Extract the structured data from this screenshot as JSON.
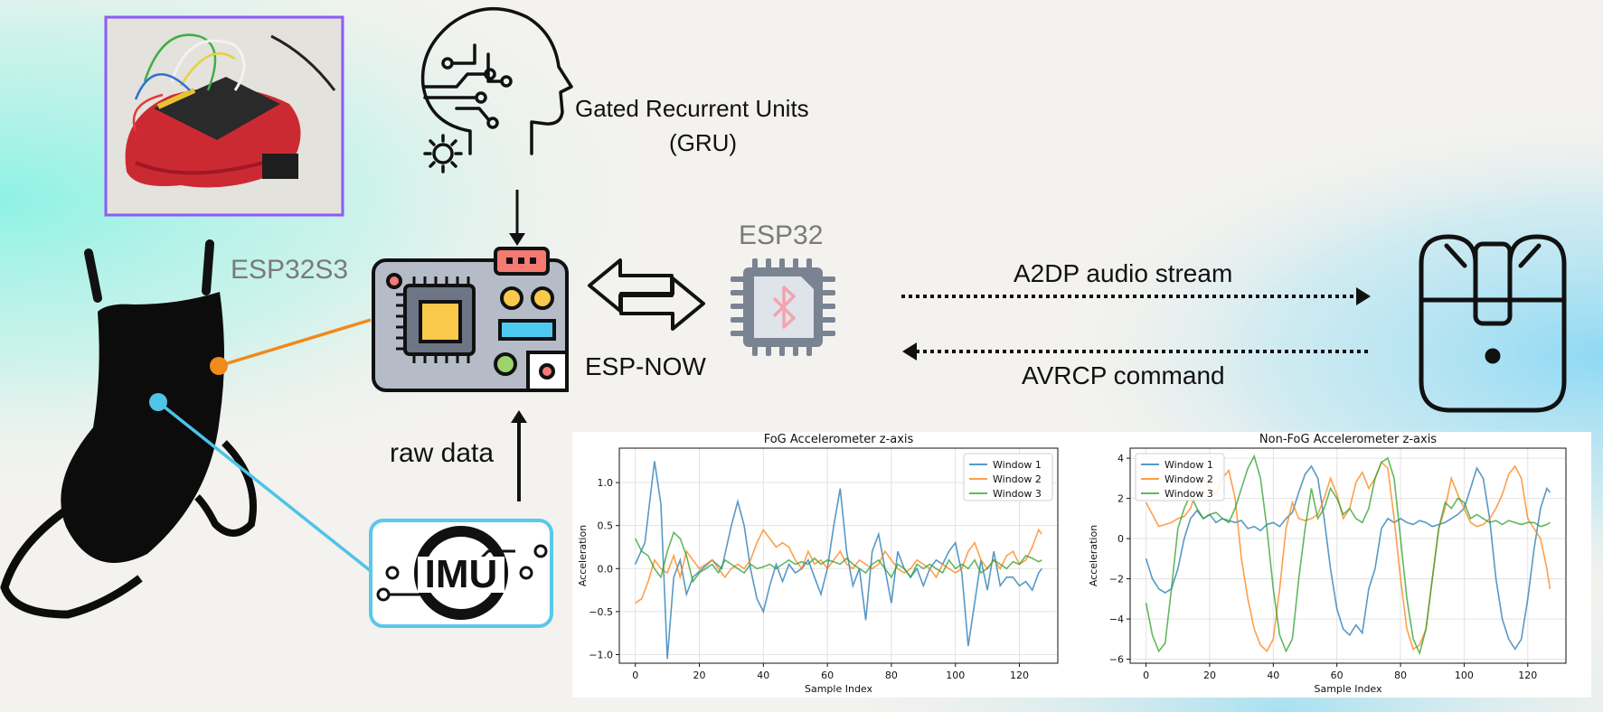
{
  "labels": {
    "gru_line1": "Gated Recurrent Units",
    "gru_line2": "(GRU)",
    "esp32s3": "ESP32S3",
    "esp32": "ESP32",
    "espnow": "ESP-NOW",
    "a2dp": "A2DP audio stream",
    "avrcp": "AVRCP command",
    "raw_data": "raw data",
    "imu": "IMU"
  },
  "colors": {
    "photo_border": "#8b5cf6",
    "ankle_dot_orange": "#f08a1c",
    "ankle_dot_blue": "#4fc3e8",
    "imu_border": "#59c8ea",
    "chip_red": "#f47a72",
    "chip_yellow": "#f8c94a",
    "chip_cyan": "#4ec9f0",
    "chip_green": "#9bd36c",
    "bluetooth_pink": "#f4a3b0",
    "series1": "#1f77b4",
    "series2": "#ff7f0e",
    "series3": "#2ca02c"
  },
  "icons": [
    "photo-placeholder",
    "brain-gear-icon",
    "microcontroller-board-icon",
    "bidirectional-arrow-icon",
    "bluetooth-chip-icon",
    "earbuds-case-icon",
    "ankle-brace-icon",
    "imu-sensor-icon"
  ],
  "chart_data": [
    {
      "type": "line",
      "title": "FoG Accelerometer z-axis",
      "xlabel": "Sample Index",
      "ylabel": "Acceleration",
      "xlim": [
        -5,
        132
      ],
      "ylim": [
        -1.1,
        1.4
      ],
      "xticks": [
        0,
        20,
        40,
        60,
        80,
        100,
        120
      ],
      "yticks": [
        -1.0,
        -0.5,
        0.0,
        0.5,
        1.0
      ],
      "ytick_labels": [
        "−1.0",
        "−0.5",
        "0.0",
        "0.5",
        "1.0"
      ],
      "grid": true,
      "legend": "top-right",
      "series": [
        {
          "name": "Window 1",
          "x": [
            0,
            3,
            6,
            8,
            10,
            12,
            14,
            16,
            18,
            21,
            24,
            27,
            30,
            32,
            34,
            36,
            38,
            40,
            42,
            44,
            46,
            48,
            50,
            52,
            54,
            56,
            58,
            60,
            62,
            64,
            66,
            68,
            70,
            72,
            74,
            76,
            78,
            80,
            82,
            84,
            86,
            88,
            90,
            92,
            94,
            96,
            98,
            100,
            102,
            104,
            106,
            108,
            110,
            112,
            114,
            116,
            118,
            120,
            122,
            124,
            126,
            127
          ],
          "y": [
            0.05,
            0.3,
            1.25,
            0.75,
            -1.05,
            -0.1,
            0.1,
            -0.3,
            -0.1,
            0.0,
            0.1,
            0.0,
            0.5,
            0.78,
            0.5,
            0.0,
            -0.35,
            -0.5,
            -0.2,
            0.05,
            -0.15,
            0.05,
            -0.05,
            0.0,
            0.1,
            -0.1,
            -0.3,
            0.0,
            0.5,
            0.93,
            0.2,
            -0.2,
            0.0,
            -0.6,
            0.2,
            0.4,
            0.0,
            -0.4,
            0.2,
            0.0,
            -0.1,
            0.0,
            -0.2,
            0.0,
            0.1,
            0.05,
            0.2,
            0.3,
            -0.05,
            -0.9,
            -0.4,
            0.1,
            -0.25,
            0.2,
            -0.2,
            -0.1,
            -0.1,
            -0.2,
            -0.15,
            -0.25,
            -0.05,
            0.0
          ]
        },
        {
          "name": "Window 2",
          "x": [
            0,
            2,
            4,
            6,
            8,
            10,
            12,
            14,
            16,
            18,
            20,
            22,
            24,
            26,
            28,
            30,
            32,
            34,
            36,
            38,
            40,
            42,
            44,
            46,
            48,
            50,
            52,
            54,
            56,
            58,
            60,
            62,
            64,
            66,
            68,
            70,
            72,
            74,
            76,
            78,
            80,
            82,
            84,
            86,
            88,
            90,
            92,
            94,
            96,
            98,
            100,
            102,
            104,
            106,
            108,
            110,
            112,
            114,
            116,
            118,
            120,
            122,
            124,
            126,
            127
          ],
          "y": [
            -0.4,
            -0.35,
            -0.15,
            0.1,
            0.0,
            -0.05,
            0.15,
            -0.1,
            0.2,
            0.1,
            0.0,
            0.05,
            0.1,
            0.0,
            -0.1,
            0.0,
            0.05,
            0.0,
            0.1,
            0.3,
            0.45,
            0.35,
            0.25,
            0.3,
            0.25,
            0.1,
            0.0,
            0.2,
            0.05,
            0.1,
            0.0,
            0.1,
            0.2,
            0.05,
            0.0,
            0.1,
            0.05,
            0.0,
            0.05,
            0.2,
            0.1,
            0.0,
            -0.05,
            0.0,
            0.1,
            0.05,
            0.0,
            -0.1,
            0.05,
            0.0,
            -0.05,
            0.0,
            0.2,
            0.3,
            0.1,
            0.0,
            0.1,
            0.0,
            0.15,
            0.2,
            0.05,
            0.1,
            0.25,
            0.45,
            0.4
          ]
        },
        {
          "name": "Window 3",
          "x": [
            0,
            2,
            4,
            6,
            8,
            10,
            12,
            14,
            16,
            18,
            20,
            22,
            24,
            26,
            28,
            30,
            32,
            34,
            36,
            38,
            40,
            42,
            44,
            46,
            48,
            50,
            52,
            54,
            56,
            58,
            60,
            62,
            64,
            66,
            68,
            70,
            72,
            74,
            76,
            78,
            80,
            82,
            84,
            86,
            88,
            90,
            92,
            94,
            96,
            98,
            100,
            102,
            104,
            106,
            108,
            110,
            112,
            114,
            116,
            118,
            120,
            122,
            124,
            126,
            127
          ],
          "y": [
            0.35,
            0.2,
            0.15,
            0.0,
            -0.1,
            0.2,
            0.42,
            0.35,
            0.15,
            -0.15,
            -0.05,
            0.0,
            0.05,
            -0.05,
            0.1,
            0.05,
            0.0,
            -0.05,
            0.05,
            0.0,
            0.02,
            0.05,
            0.0,
            0.05,
            0.1,
            0.05,
            0.08,
            0.05,
            0.12,
            0.05,
            0.1,
            0.08,
            0.05,
            0.12,
            0.05,
            0.0,
            -0.05,
            0.05,
            0.1,
            0.0,
            -0.1,
            0.05,
            0.0,
            -0.1,
            0.05,
            0.0,
            0.05,
            0.0,
            -0.05,
            0.1,
            0.0,
            0.05,
            0.0,
            0.1,
            -0.05,
            0.0,
            0.1,
            0.05,
            0.0,
            0.08,
            0.05,
            0.15,
            0.12,
            0.08,
            0.1
          ]
        }
      ]
    },
    {
      "type": "line",
      "title": "Non-FoG Accelerometer z-axis",
      "xlabel": "Sample Index",
      "ylabel": "Acceleration",
      "xlim": [
        -5,
        132
      ],
      "ylim": [
        -6.2,
        4.5
      ],
      "xticks": [
        0,
        20,
        40,
        60,
        80,
        100,
        120
      ],
      "yticks": [
        -6,
        -4,
        -2,
        0,
        2,
        4
      ],
      "ytick_labels": [
        "−6",
        "−4",
        "−2",
        "0",
        "2",
        "4"
      ],
      "grid": true,
      "legend": "top-left",
      "series": [
        {
          "name": "Window 1",
          "x": [
            0,
            2,
            4,
            6,
            8,
            10,
            12,
            14,
            16,
            18,
            20,
            22,
            24,
            26,
            28,
            30,
            32,
            34,
            36,
            38,
            40,
            42,
            44,
            46,
            48,
            50,
            52,
            54,
            56,
            58,
            60,
            62,
            64,
            66,
            68,
            70,
            72,
            74,
            76,
            78,
            80,
            82,
            84,
            86,
            88,
            90,
            92,
            94,
            96,
            98,
            100,
            102,
            104,
            106,
            108,
            110,
            112,
            114,
            116,
            118,
            120,
            122,
            124,
            126,
            127
          ],
          "y": [
            -1.0,
            -2.0,
            -2.5,
            -2.7,
            -2.5,
            -1.5,
            0.0,
            1.0,
            1.4,
            1.0,
            1.2,
            0.8,
            1.0,
            0.9,
            0.8,
            0.9,
            0.5,
            0.6,
            0.4,
            0.7,
            0.8,
            0.6,
            1.0,
            1.3,
            2.3,
            3.2,
            3.6,
            3.0,
            1.0,
            -1.5,
            -3.5,
            -4.5,
            -4.8,
            -4.3,
            -4.7,
            -2.5,
            -1.5,
            0.5,
            1.0,
            0.8,
            1.0,
            0.8,
            0.7,
            0.9,
            0.8,
            0.6,
            0.7,
            0.8,
            1.0,
            1.2,
            1.5,
            2.5,
            3.5,
            3.0,
            1.0,
            -2.0,
            -4.0,
            -5.0,
            -5.5,
            -5.0,
            -3.0,
            -0.5,
            1.5,
            2.5,
            2.3
          ]
        },
        {
          "name": "Window 2",
          "x": [
            0,
            2,
            4,
            6,
            8,
            10,
            12,
            14,
            16,
            18,
            20,
            22,
            24,
            26,
            28,
            30,
            32,
            34,
            36,
            38,
            40,
            42,
            44,
            46,
            48,
            50,
            52,
            54,
            56,
            58,
            60,
            62,
            64,
            66,
            68,
            70,
            72,
            74,
            76,
            78,
            80,
            82,
            84,
            86,
            88,
            90,
            92,
            94,
            96,
            98,
            100,
            102,
            104,
            106,
            108,
            110,
            112,
            114,
            116,
            118,
            120,
            122,
            124,
            126,
            127
          ],
          "y": [
            1.8,
            1.2,
            0.6,
            0.7,
            0.8,
            1.0,
            1.1,
            1.5,
            2.5,
            3.0,
            2.5,
            2.2,
            3.0,
            3.4,
            2.0,
            -1.0,
            -3.0,
            -4.5,
            -5.3,
            -5.6,
            -5.0,
            -2.5,
            0.5,
            1.8,
            1.0,
            0.9,
            1.0,
            1.2,
            2.0,
            3.0,
            2.2,
            1.0,
            1.5,
            2.8,
            3.3,
            2.5,
            3.0,
            3.8,
            3.5,
            1.0,
            -2.0,
            -4.5,
            -5.5,
            -5.3,
            -4.5,
            -2.0,
            0.5,
            1.5,
            3.0,
            2.2,
            1.5,
            0.8,
            0.6,
            0.7,
            1.0,
            1.5,
            2.2,
            3.2,
            3.6,
            3.0,
            1.0,
            0.5,
            0.0,
            -1.5,
            -2.5
          ]
        },
        {
          "name": "Window 3",
          "x": [
            0,
            2,
            4,
            6,
            8,
            10,
            12,
            14,
            16,
            18,
            20,
            22,
            24,
            26,
            28,
            30,
            32,
            34,
            36,
            38,
            40,
            42,
            44,
            46,
            48,
            50,
            52,
            54,
            56,
            58,
            60,
            62,
            64,
            66,
            68,
            70,
            72,
            74,
            76,
            78,
            80,
            82,
            84,
            86,
            88,
            90,
            92,
            94,
            96,
            98,
            100,
            102,
            104,
            106,
            108,
            110,
            112,
            114,
            116,
            118,
            120,
            122,
            124,
            126,
            127
          ],
          "y": [
            -3.2,
            -4.8,
            -5.6,
            -5.2,
            -2.5,
            0.5,
            1.5,
            2.2,
            1.5,
            1.0,
            1.2,
            1.3,
            1.0,
            0.8,
            1.5,
            2.5,
            3.5,
            4.1,
            3.0,
            0.5,
            -2.5,
            -4.8,
            -5.6,
            -5.0,
            -2.0,
            0.5,
            2.5,
            1.0,
            1.5,
            2.5,
            2.0,
            1.2,
            1.5,
            1.0,
            0.8,
            1.5,
            3.0,
            3.8,
            4.0,
            3.0,
            0.0,
            -3.0,
            -5.0,
            -5.7,
            -4.5,
            -2.0,
            0.5,
            1.8,
            1.5,
            2.0,
            1.8,
            1.0,
            1.2,
            1.0,
            0.8,
            0.9,
            0.7,
            0.9,
            0.8,
            0.7,
            0.8,
            0.8,
            0.6,
            0.7,
            0.8
          ]
        }
      ]
    }
  ]
}
